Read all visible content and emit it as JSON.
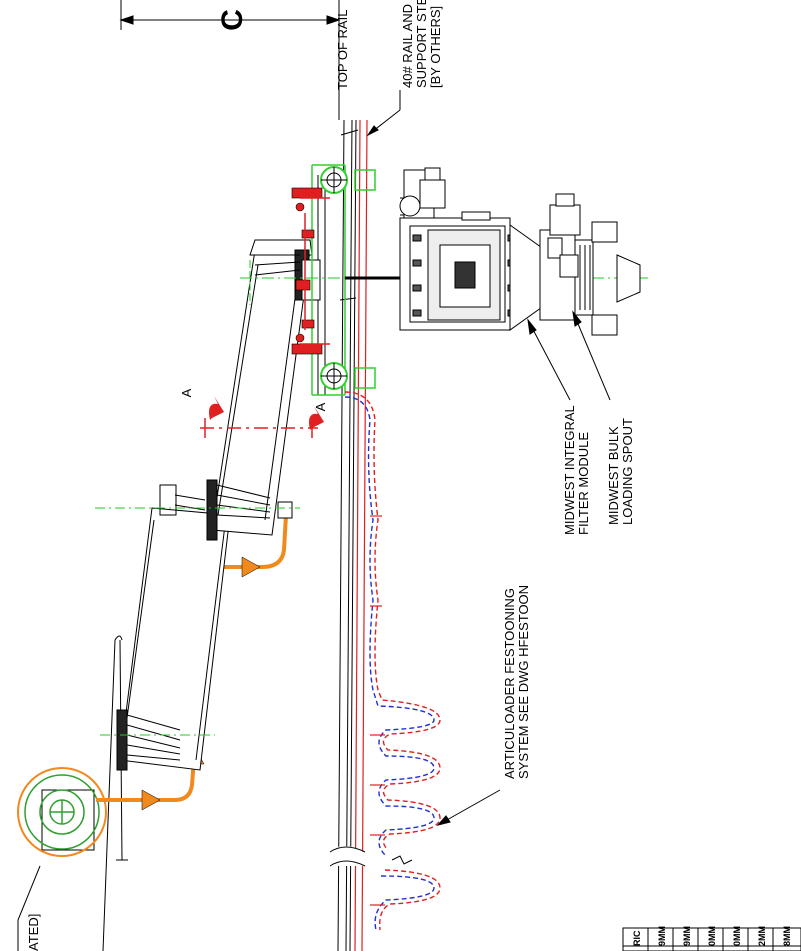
{
  "dimension": {
    "label": "C",
    "ref": "TOP OF RAIL"
  },
  "labels": {
    "rail_line1": "40# RAIL AND",
    "rail_line2": "SUPPORT STEEL",
    "rail_line3": "[BY OTHERS]",
    "filter_line1": "MIDWEST INTEGRAL",
    "filter_line2": "FILTER MODULE",
    "spout_line1": "MIDWEST BULK",
    "spout_line2": "LOADING SPOUT",
    "festoon_line1": "ARTICULOADER FESTOONING",
    "festoon_line2": "SYSTEM SEE DWG HFESTOON",
    "section_a_upper": "A",
    "section_a_lower": "A",
    "blower_partial": "ATED]"
  },
  "table": [
    "RIC",
    "9MM",
    "9MM",
    "0MM",
    "0MM",
    "2MM",
    "8MM"
  ],
  "colors": {
    "line": "#000000",
    "cable_red": "#e02020",
    "cable_blue": "#2030d0",
    "duct_orange": "#f08a1c",
    "centerline_green": "#22cc22",
    "motor_green": "#30d030"
  }
}
